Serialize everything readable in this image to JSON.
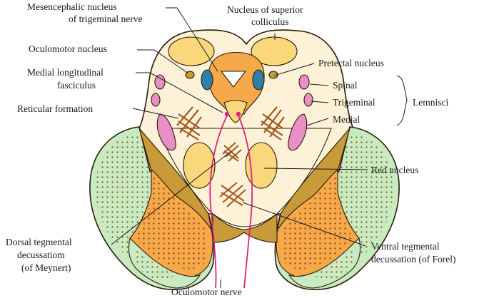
{
  "labels": {
    "mesencephalic_1": "Mesencephalic nucleus",
    "mesencephalic_2": "of trigeminal nerve",
    "superior_colliculus_1": "Nucleus of superior",
    "superior_colliculus_2": "colliculus",
    "oculomotor_nucleus": "Oculomotor nucleus",
    "pretectal_nucleus": "Pretectal nucleus",
    "mlf_1": "Medial longitudinal",
    "mlf_2": "fasciculus",
    "spinal": "Spinal",
    "trigeminal": "Trigeminal",
    "medial": "Medial",
    "lemnisci": "Lemnisci",
    "reticular_formation": "Reticular formation",
    "red_nucleus": "Red nucleus",
    "dorsal_1": "Dorsal tegmental",
    "dorsal_2": "decussatiom",
    "dorsal_3": "(of Meynert)",
    "ventral_1": "Ventral tegmental",
    "ventral_2": "decussation (of Forel)",
    "oculomotor_nerve": "Oculomotor nerve"
  },
  "colors": {
    "tectum_fill": "#fdf2d8",
    "nucleus_yellow": "#fbd77c",
    "orange": "#f7a94a",
    "dark_orange": "#f08c2a",
    "tan": "#c99a3a",
    "green": "#c9ebc2",
    "pink_lemniscus": "#e88fc6",
    "nerve_magenta": "#e0207f",
    "blue": "#2f7fa8",
    "hatch": "#a25a1e",
    "dots": "#8a4b1a"
  }
}
